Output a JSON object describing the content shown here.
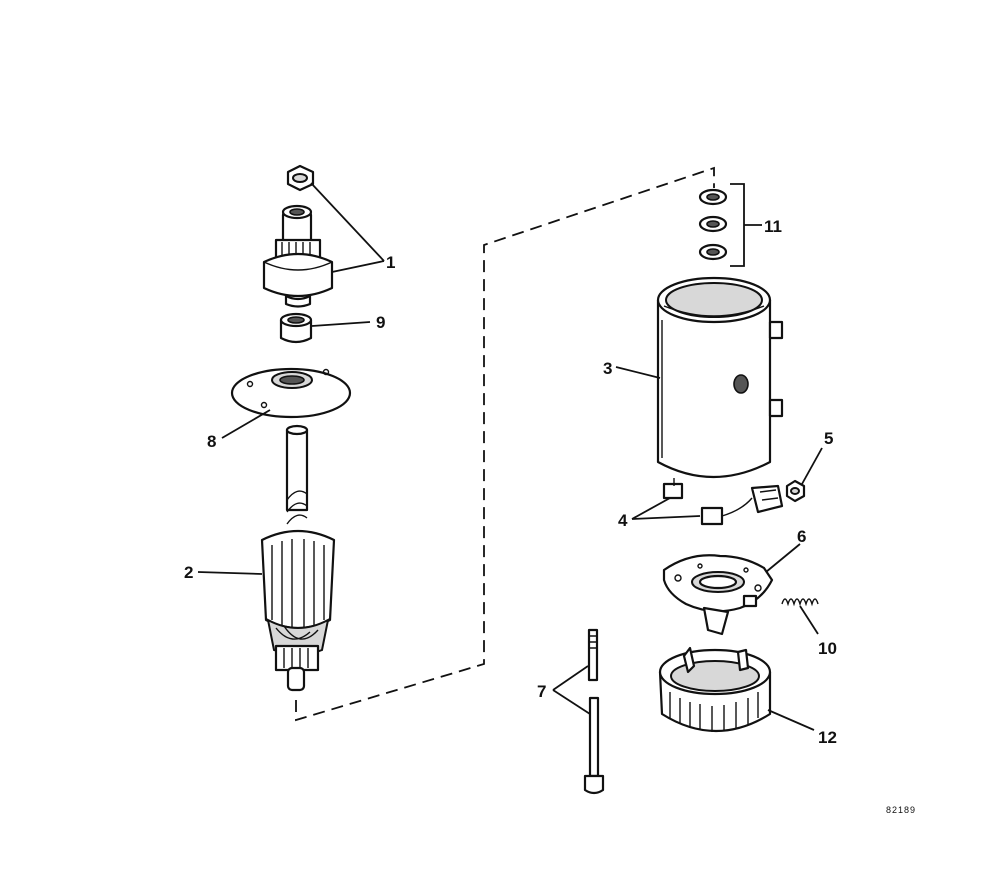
{
  "diagram": {
    "callouts": {
      "c1": "1",
      "c2": "2",
      "c3": "3",
      "c4": "4",
      "c5": "5",
      "c6": "6",
      "c7": "7",
      "c8": "8",
      "c9": "9",
      "c10": "10",
      "c11": "11",
      "c12": "12"
    },
    "reference_code": "82189"
  }
}
